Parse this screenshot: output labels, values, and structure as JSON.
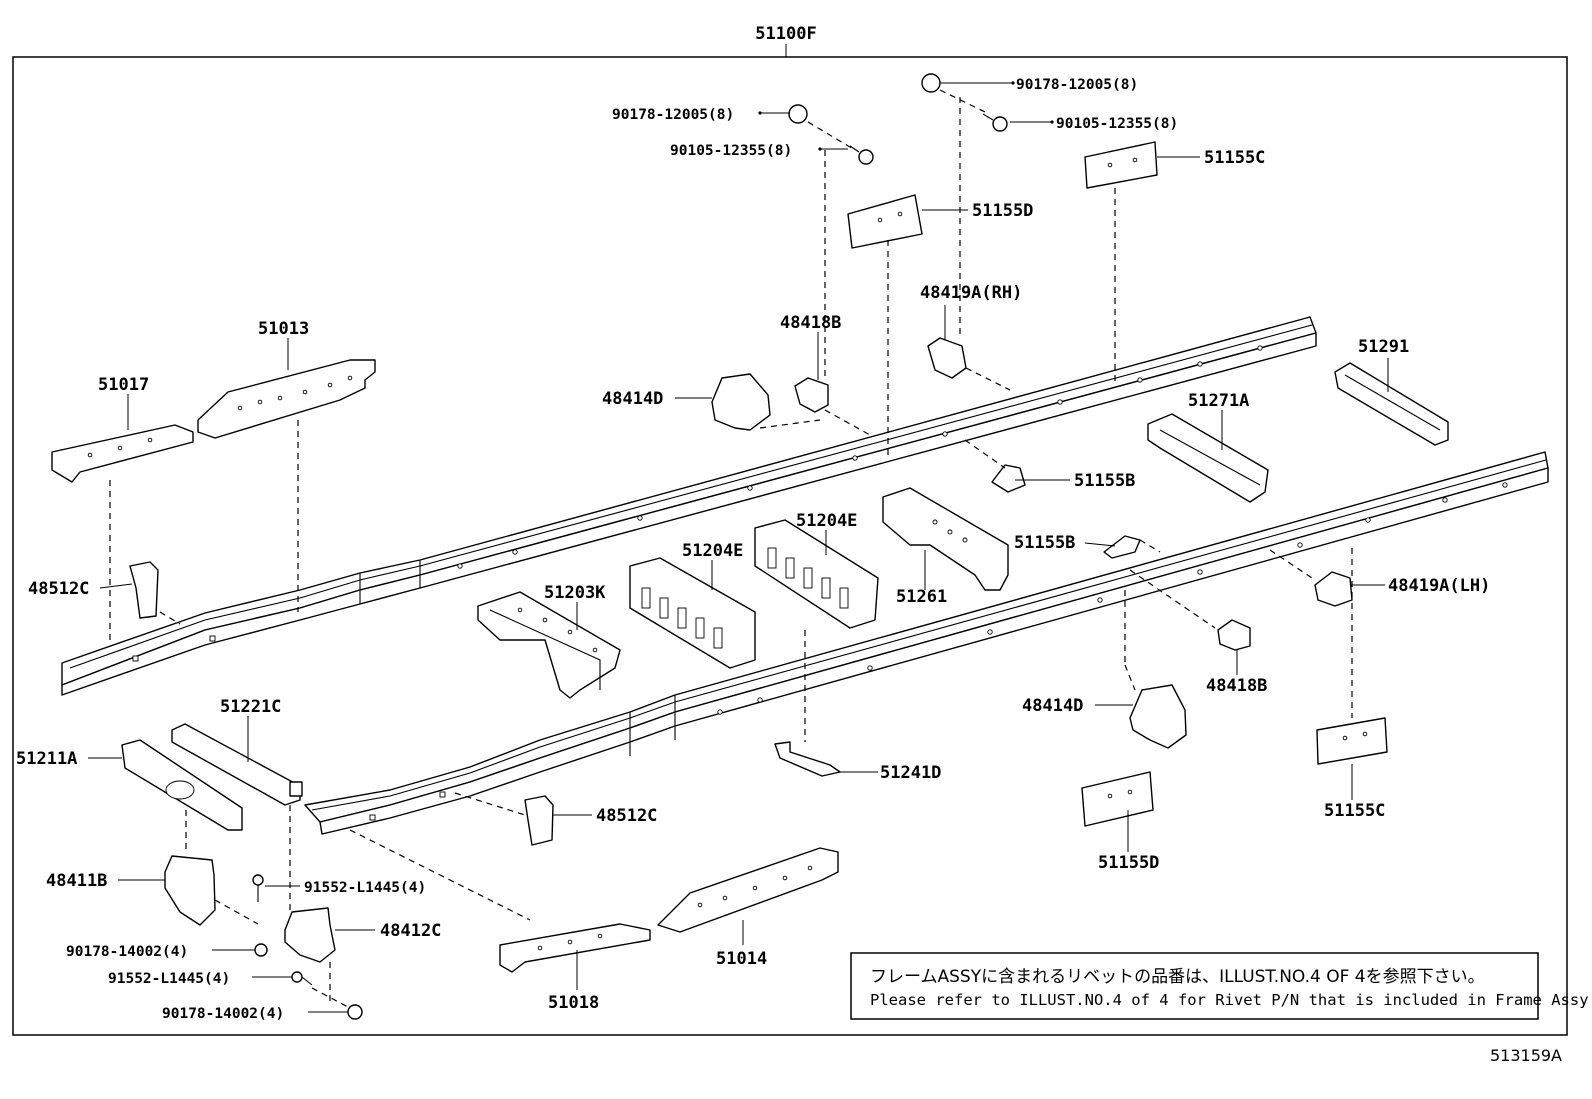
{
  "diagram": {
    "assembly_label": "51100F",
    "figure_code": "513159A",
    "note": {
      "line_jp": "フレームASSYに含まれるリベットの品番は、ILLUST.NO.4 OF 4を参照下さい。",
      "line_en": "Please refer to ILLUST.NO.4 of 4 for Rivet P/N that is included in Frame Assy"
    },
    "labels": {
      "p90178_12005_8_a": "90178-12005(8)",
      "p90178_12005_8_b": "90178-12005(8)",
      "p90105_12355_8_a": "90105-12355(8)",
      "p90105_12355_8_b": "90105-12355(8)",
      "p51155C_top": "51155C",
      "p51155D_top": "51155D",
      "p48419A_RH": "48419A(RH)",
      "p48418B_top": "48418B",
      "p48414D_top": "48414D",
      "p51291": "51291",
      "p51271A": "51271A",
      "p51155B_a": "51155B",
      "p51155B_b": "51155B",
      "p51013": "51013",
      "p51017": "51017",
      "p48512C_left": "48512C",
      "p51204E_a": "51204E",
      "p51204E_b": "51204E",
      "p51203K": "51203K",
      "p51261": "51261",
      "p48419A_LH": "48419A(LH)",
      "p48418B_bot": "48418B",
      "p48414D_bot": "48414D",
      "p51221C": "51221C",
      "p51211A": "51211A",
      "p51241D": "51241D",
      "p48512C_bot": "48512C",
      "p51155C_bot": "51155C",
      "p51155D_bot": "51155D",
      "p48411B": "48411B",
      "p91552_L1445_4_a": "91552-L1445(4)",
      "p91552_L1445_4_b": "91552-L1445(4)",
      "p48412C": "48412C",
      "p90178_14002_4_a": "90178-14002(4)",
      "p90178_14002_4_b": "90178-14002(4)",
      "p51014": "51014",
      "p51018": "51018"
    }
  }
}
